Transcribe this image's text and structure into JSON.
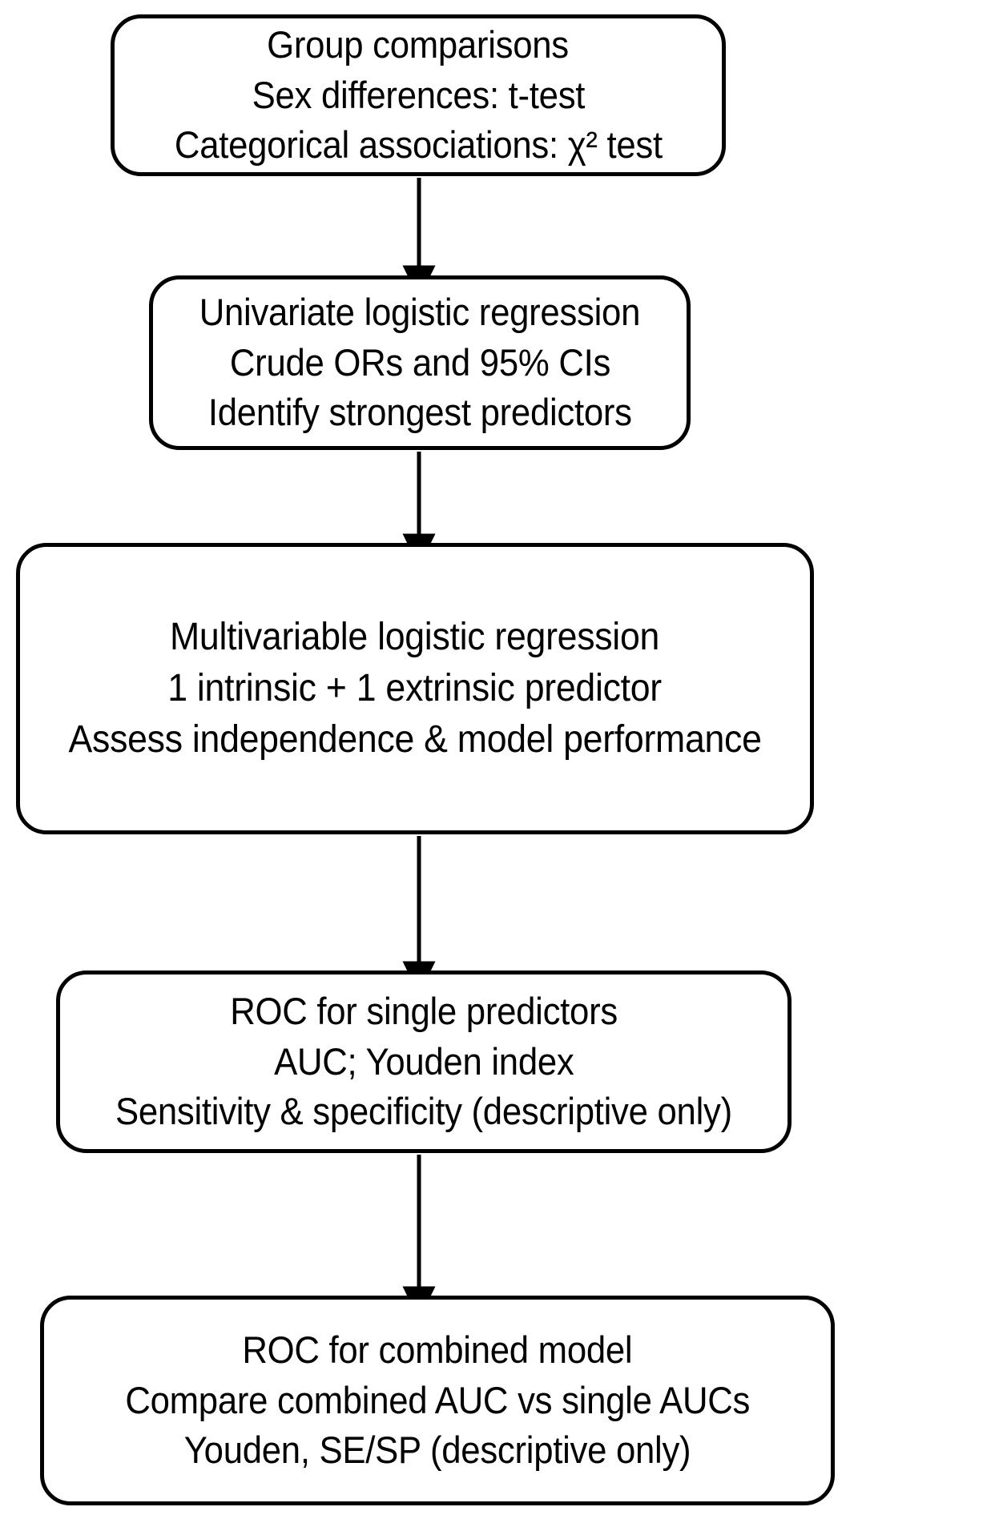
{
  "diagram": {
    "title": "Statistical analysis workflow flowchart",
    "orientation": "vertical",
    "stroke_color": "#000000",
    "background_color": "#ffffff",
    "nodes": [
      {
        "id": "group-comparisons",
        "shape": "rounded-rectangle",
        "lines": [
          "Group comparisons",
          "Sex differences: t-test",
          "Categorical associations: χ² test"
        ]
      },
      {
        "id": "univariate-logistic-regression",
        "shape": "rounded-rectangle",
        "lines": [
          "Univariate logistic regression",
          "Crude ORs and 95% CIs",
          "Identify strongest predictors"
        ]
      },
      {
        "id": "multivariable-logistic-regression",
        "shape": "rounded-rectangle",
        "lines": [
          "Multivariable logistic regression",
          "1 intrinsic + 1 extrinsic predictor",
          "Assess independence & model performance"
        ]
      },
      {
        "id": "roc-single-predictors",
        "shape": "rounded-rectangle",
        "lines": [
          "ROC for single predictors",
          "AUC; Youden index",
          "Sensitivity & specificity (descriptive only)"
        ]
      },
      {
        "id": "roc-combined-model",
        "shape": "rounded-rectangle",
        "lines": [
          "ROC for combined model",
          "Compare combined AUC vs single AUCs",
          "Youden, SE/SP (descriptive only)"
        ]
      }
    ],
    "connectors": [
      {
        "id": "arrow-1-to-2",
        "from": "group-comparisons",
        "to": "univariate-logistic-regression",
        "style": "solid-arrow-down"
      },
      {
        "id": "arrow-2-to-3",
        "from": "univariate-logistic-regression",
        "to": "multivariable-logistic-regression",
        "style": "solid-arrow-down"
      },
      {
        "id": "arrow-3-to-4",
        "from": "multivariable-logistic-regression",
        "to": "roc-single-predictors",
        "style": "solid-arrow-down"
      },
      {
        "id": "arrow-4-to-5",
        "from": "roc-single-predictors",
        "to": "roc-combined-model",
        "style": "solid-arrow-down"
      }
    ]
  }
}
